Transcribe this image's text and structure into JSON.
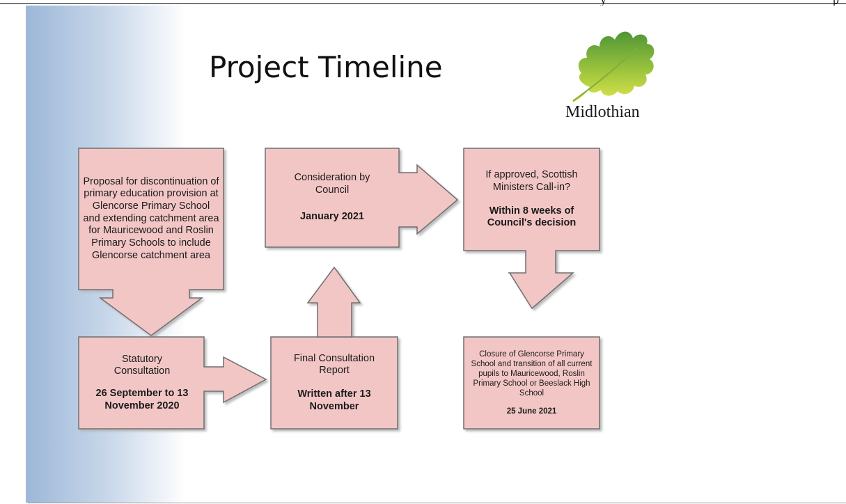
{
  "page": {
    "header_fragments": [
      "y",
      "p"
    ]
  },
  "slide": {
    "title": "Project Timeline",
    "logo_text": "Midlothian"
  },
  "boxes": {
    "proposal": {
      "text": "Proposal for discontinuation of primary education provision at Glencorse Primary School and extending catchment area for Mauricewood and Roslin Primary Schools to include Glencorse catchment area"
    },
    "statutory": {
      "text": "Statutory Consultation",
      "date": "26 September to 13 November 2020"
    },
    "final_report": {
      "text": "Final Consultation Report",
      "date": "Written after 13 November"
    },
    "council": {
      "text": "Consideration by Council",
      "date": "January 2021"
    },
    "ministers": {
      "text": "If approved, Scottish Ministers Call-in?",
      "date": "Within 8 weeks of Council's decision"
    },
    "closure": {
      "text": "Closure of Glencorse Primary School and transition of all current pupils to Mauricewood, Roslin Primary School or Beeslack High School",
      "date": "25 June 2021"
    }
  },
  "colors": {
    "box_fill": "#f3c6c6",
    "box_stroke": "#6e6e6e",
    "shadow": "#bfbfbf",
    "slide_gradient": "#9cb7d8",
    "leaf_dark": "#5a9a3a",
    "leaf_light": "#d7e24a"
  }
}
